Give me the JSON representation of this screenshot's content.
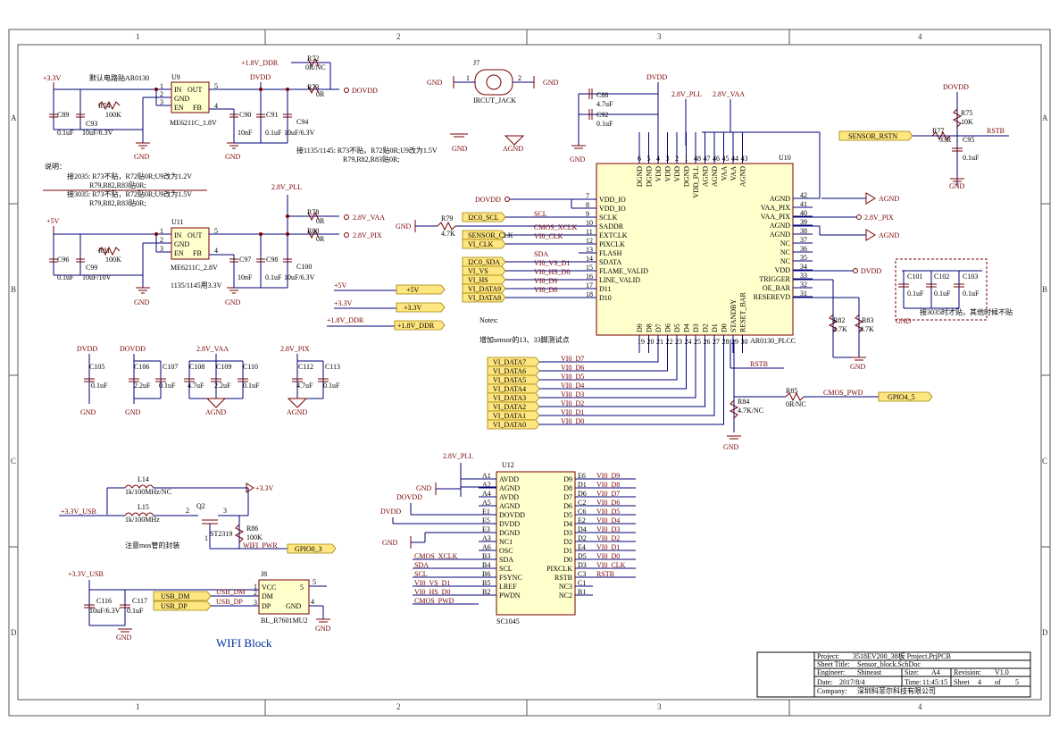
{
  "zones": {
    "cols": [
      "1",
      "2",
      "3",
      "4"
    ],
    "rows": [
      "A",
      "B",
      "C",
      "D"
    ]
  },
  "power_labels": {
    "p33v": "+3.3V",
    "p5v": "+5V",
    "dvdd": "DVDD",
    "dovdd": "DOVDD",
    "pll": "2.8V_PLL",
    "vaa": "2.8V_VAA",
    "pix": "2.8V_PIX",
    "ddr": "+1.8V_DDR",
    "gnd": "GND",
    "agnd": "AGND",
    "usb33": "+3.3V_USB"
  },
  "u9": {
    "ref": "U9",
    "part": "ME6211C_1.8V",
    "note": "默认电路贴AR0130",
    "pins_left": [
      "IN",
      "GND",
      "EN"
    ],
    "pins_right": [
      "OUT",
      "FB"
    ],
    "pin_nums": [
      "1",
      "2",
      "3",
      "5",
      "4"
    ]
  },
  "u11": {
    "ref": "U11",
    "part": "ME6211C_2.8V",
    "note": "1135/1145用3.3V",
    "pins_left": [
      "IN",
      "GND",
      "EN"
    ],
    "pins_right": [
      "OUT",
      "FB"
    ],
    "pin_nums": [
      "1",
      "2",
      "3",
      "5",
      "4"
    ]
  },
  "caps_top": [
    {
      "ref": "C89",
      "val": "0.1uF"
    },
    {
      "ref": "C93",
      "val": "10uF/6.3V"
    },
    {
      "ref": "R74",
      "val": "100K"
    },
    {
      "ref": "C90",
      "val": "10nF"
    },
    {
      "ref": "C91",
      "val": "0.1uF"
    },
    {
      "ref": "C94",
      "val": "10uF/6.3V"
    }
  ],
  "caps_mid": [
    {
      "ref": "C96",
      "val": "0.1uF"
    },
    {
      "ref": "C99",
      "val": "10uF/10V"
    },
    {
      "ref": "R81",
      "val": "100K"
    },
    {
      "ref": "C97",
      "val": "10nF"
    },
    {
      "ref": "C98",
      "val": "0.1uF"
    },
    {
      "ref": "C100",
      "val": "10uF/6.3V"
    }
  ],
  "res_top": [
    {
      "ref": "R72",
      "val": "0R/NC"
    },
    {
      "ref": "R73",
      "val": "0R"
    },
    {
      "ref": "R78",
      "val": "0R"
    },
    {
      "ref": "R80",
      "val": "0R"
    }
  ],
  "note_1135": "接1135/1145: R73不贴，R72贴0R;U9改为1.5V",
  "note_1135b": "R79,R82,R83贴0R;",
  "notes_left": {
    "title": "说明：",
    "l1": "接2035: R73不贴，R72贴0R;U9改为1.2V",
    "l2": "R79,R82,R83贴0R;",
    "l3": "接3035: R73不贴，R72贴0R;U9改为1.5V",
    "l4": "R79,R82,R83贴0R;"
  },
  "j7": {
    "ref": "J7",
    "part": "IRCUT_JACK",
    "p1": "1",
    "p2": "2"
  },
  "decoupling": [
    {
      "ref": "C105",
      "val": "0.1uF"
    },
    {
      "ref": "C106",
      "val": "2.2uF"
    },
    {
      "ref": "C107",
      "val": "0.1uF"
    },
    {
      "ref": "C108",
      "val": "4.7uF"
    },
    {
      "ref": "C109",
      "val": "2.2uF"
    },
    {
      "ref": "C110",
      "val": "0.1uF"
    },
    {
      "ref": "C112",
      "val": "4.7uF"
    },
    {
      "ref": "C113",
      "val": "0.1uF"
    }
  ],
  "power_ports": [
    {
      "net": "+5V",
      "label": "+5V"
    },
    {
      "net": "+3.3V",
      "label": "+3.3V"
    },
    {
      "net": "+1.8V_DDR",
      "label": "+1.8V_DDR"
    }
  ],
  "notes_mid": "Notes:",
  "note_test": "增加sensor的13、33脚测试点",
  "u10": {
    "ref": "U10",
    "part": "AR0130_PLCC",
    "left_pins": [
      {
        "n": "7",
        "name": "VDD_IO"
      },
      {
        "n": "8",
        "name": "VDD_IO"
      },
      {
        "n": "9",
        "name": "SCLK"
      },
      {
        "n": "10",
        "name": "SADDR"
      },
      {
        "n": "11",
        "name": "EXTCLK"
      },
      {
        "n": "12",
        "name": "PIXCLK"
      },
      {
        "n": "13",
        "name": "FLASH"
      },
      {
        "n": "14",
        "name": "SDATA"
      },
      {
        "n": "15",
        "name": "FLAME_VALID"
      },
      {
        "n": "16",
        "name": "LINE_VALID"
      },
      {
        "n": "17",
        "name": "D11"
      },
      {
        "n": "18",
        "name": "D10"
      }
    ],
    "right_pins": [
      {
        "n": "42",
        "name": "AGND"
      },
      {
        "n": "41",
        "name": "VAA_PIX"
      },
      {
        "n": "40",
        "name": "VAA_PIX"
      },
      {
        "n": "39",
        "name": "AGND"
      },
      {
        "n": "38",
        "name": "AGND"
      },
      {
        "n": "37",
        "name": "NC"
      },
      {
        "n": "36",
        "name": "NC"
      },
      {
        "n": "35",
        "name": "NC"
      },
      {
        "n": "34",
        "name": "VDD"
      },
      {
        "n": "33",
        "name": "TRIGGER"
      },
      {
        "n": "32",
        "name": "OE_BAR"
      },
      {
        "n": "31",
        "name": "RESEREVD"
      }
    ],
    "top_pins": [
      {
        "n": "6",
        "name": "DGND"
      },
      {
        "n": "5",
        "name": "DGND"
      },
      {
        "n": "4",
        "name": "VDD"
      },
      {
        "n": "3",
        "name": "VDD"
      },
      {
        "n": "2",
        "name": "VDD"
      },
      {
        "n": "1",
        "name": "DGND"
      },
      {
        "n": "48",
        "name": "VDD_PLL"
      },
      {
        "n": "47",
        "name": "AGND"
      },
      {
        "n": "46",
        "name": "AGND"
      },
      {
        "n": "45",
        "name": "VAA"
      },
      {
        "n": "44",
        "name": "VAA"
      },
      {
        "n": "43",
        "name": "AGND"
      }
    ],
    "bottom_pins": [
      {
        "n": "19",
        "name": "D9"
      },
      {
        "n": "20",
        "name": "D8"
      },
      {
        "n": "21",
        "name": "D7"
      },
      {
        "n": "22",
        "name": "D6"
      },
      {
        "n": "23",
        "name": "D5"
      },
      {
        "n": "24",
        "name": "D4"
      },
      {
        "n": "25",
        "name": "D3"
      },
      {
        "n": "26",
        "name": "D2"
      },
      {
        "n": "27",
        "name": "D1"
      },
      {
        "n": "28",
        "name": "D0"
      },
      {
        "n": "29",
        "name": "STANDBY"
      },
      {
        "n": "30",
        "name": "RESET_BAR"
      }
    ]
  },
  "u10_left_nets": [
    "SCL",
    "CMOS_XCLK",
    "VI0_CLK",
    "SDA",
    "VI0_VS_D1",
    "VI0_HS_D0",
    "VI0_D9",
    "VI0_D8"
  ],
  "u10_left_ports": [
    "I2C0_SCL",
    "SENSOR_CLK",
    "VI_CLK",
    "I2C0_SDA",
    "VI_VS",
    "VI_HS",
    "VI_DATA9",
    "VI_DATA8"
  ],
  "data_ports": [
    "VI_DATA7",
    "VI_DATA6",
    "VI_DATA5",
    "VI_DATA4",
    "VI_DATA3",
    "VI_DATA2",
    "VI_DATA1",
    "VI_DATA0"
  ],
  "data_nets": [
    "VI0_D7",
    "VI0_D6",
    "VI0_D5",
    "VI0_D4",
    "VI0_D3",
    "VI0_D2",
    "VI0_D1",
    "VI0_D0"
  ],
  "r79": {
    "ref": "R79",
    "val": "4.7K"
  },
  "c88": {
    "ref": "C88",
    "val": "4.7uF"
  },
  "c92": {
    "ref": "C92",
    "val": "0.1uF"
  },
  "r75": {
    "ref": "R75",
    "val": "10K"
  },
  "r77": {
    "ref": "R77",
    "val": "33R"
  },
  "c95": {
    "ref": "C95",
    "val": "0.1uF"
  },
  "sensor_rstn": "SENSOR_RSTN",
  "rstb": "RSTB",
  "right_caps": [
    {
      "ref": "C101",
      "val": "0.1uF"
    },
    {
      "ref": "C102",
      "val": "0.1uF"
    },
    {
      "ref": "C103",
      "val": "0.1uF"
    }
  ],
  "note_3035": "接3035时才贴，其他时候不贴",
  "r82": {
    "ref": "R82",
    "val": "4.7K"
  },
  "r83": {
    "ref": "R83",
    "val": "4.7K"
  },
  "r84": {
    "ref": "R84",
    "val": "4.7K/NC"
  },
  "r85": {
    "ref": "R85",
    "val": "0R/NC"
  },
  "cmos_pwd": "CMOS_PWD",
  "gpio4_5": "GPIO4_5",
  "u12": {
    "ref": "U12",
    "part": "SC1045",
    "left_pins": [
      {
        "n": "A1",
        "name": "AVDD"
      },
      {
        "n": "A2",
        "name": "AGND"
      },
      {
        "n": "A4",
        "name": "AVDD"
      },
      {
        "n": "A5",
        "name": "AGND"
      },
      {
        "n": "E1",
        "name": "DOVDD"
      },
      {
        "n": "E5",
        "name": "DVDD"
      },
      {
        "n": "E3",
        "name": "DGND"
      },
      {
        "n": "A3",
        "name": "NC1"
      },
      {
        "n": "A6",
        "name": "OSC"
      },
      {
        "n": "B3",
        "name": "SDA"
      },
      {
        "n": "B4",
        "name": "SCL"
      },
      {
        "n": "B6",
        "name": "FSYNC"
      },
      {
        "n": "B5",
        "name": "LREF"
      },
      {
        "n": "B2",
        "name": "PWDN"
      }
    ],
    "right_pins": [
      {
        "n": "E6",
        "name": "D9"
      },
      {
        "n": "D1",
        "name": "D8"
      },
      {
        "n": "D6",
        "name": "D7"
      },
      {
        "n": "C2",
        "name": "D6"
      },
      {
        "n": "C6",
        "name": "D5"
      },
      {
        "n": "E2",
        "name": "D4"
      },
      {
        "n": "D4",
        "name": "D3"
      },
      {
        "n": "D2",
        "name": "D2"
      },
      {
        "n": "E4",
        "name": "D1"
      },
      {
        "n": "D5",
        "name": "D0"
      },
      {
        "n": "D3",
        "name": "PIXCLK"
      },
      {
        "n": "C3",
        "name": "RSTB"
      },
      {
        "n": "C1",
        "name": "NC3"
      },
      {
        "n": "B1",
        "name": "NC2"
      }
    ],
    "left_nets": [
      "CMOS_XCLK",
      "SDA",
      "SCL",
      "VI0_VS_D1",
      "VI0_HS_D0",
      "CMOS_PWD"
    ],
    "right_nets": [
      "VI0_D9",
      "VI0_D8",
      "VI0_D7",
      "VI0_D6",
      "VI0_D5",
      "VI0_D4",
      "VI0_D3",
      "VI0_D2",
      "VI0_D1",
      "VI0_D0",
      "VI0_CLK",
      "RSTB"
    ]
  },
  "wifi": {
    "l14": {
      "ref": "L14",
      "val": "1k/100MHz/NC"
    },
    "l15": {
      "ref": "L15",
      "val": "1k/100MHz"
    },
    "q2": {
      "ref": "Q2",
      "part": "ST2319"
    },
    "r86": {
      "ref": "R86",
      "val": "100K"
    },
    "wifi_pwr": "WIFI_PWR",
    "gpio0_3": "GPIO0_3",
    "note_mos": "注意mos管的封装",
    "j8": {
      "ref": "J8",
      "part": "BL_R7601MU2",
      "pins": [
        "VCC",
        "DM",
        "DP",
        "GND"
      ]
    },
    "c116": {
      "ref": "C116",
      "val": "10uF/6.3V"
    },
    "c117": {
      "ref": "C117",
      "val": "0.1uF"
    },
    "usb_dm_port": "USB_DM",
    "usb_dp_port": "USB_DP",
    "usb_dm": "USB_DM",
    "usb_dp": "USB_DP",
    "block_title": "WIFI Block"
  },
  "title_block": {
    "project_label": "Project:",
    "project": "3518EV200_38板 Project.PrjPCB",
    "sheet_title_label": "Sheet Title:",
    "sheet_title": "Sensor_block.SchDoc",
    "engineer_label": "Engineer:",
    "engineer": "Shineast",
    "size_label": "Size:",
    "size": "A4",
    "revision_label": "Revision:",
    "revision": "V1.0",
    "date_label": "Date:",
    "date": "2017/8/4",
    "time_label": "Time:",
    "time": "11:45:15",
    "sheet_label": "Sheet",
    "sheet": "4",
    "of_label": "of",
    "total": "5",
    "company_label": "Company:",
    "company": "深圳科菲尔科技有限公司"
  }
}
